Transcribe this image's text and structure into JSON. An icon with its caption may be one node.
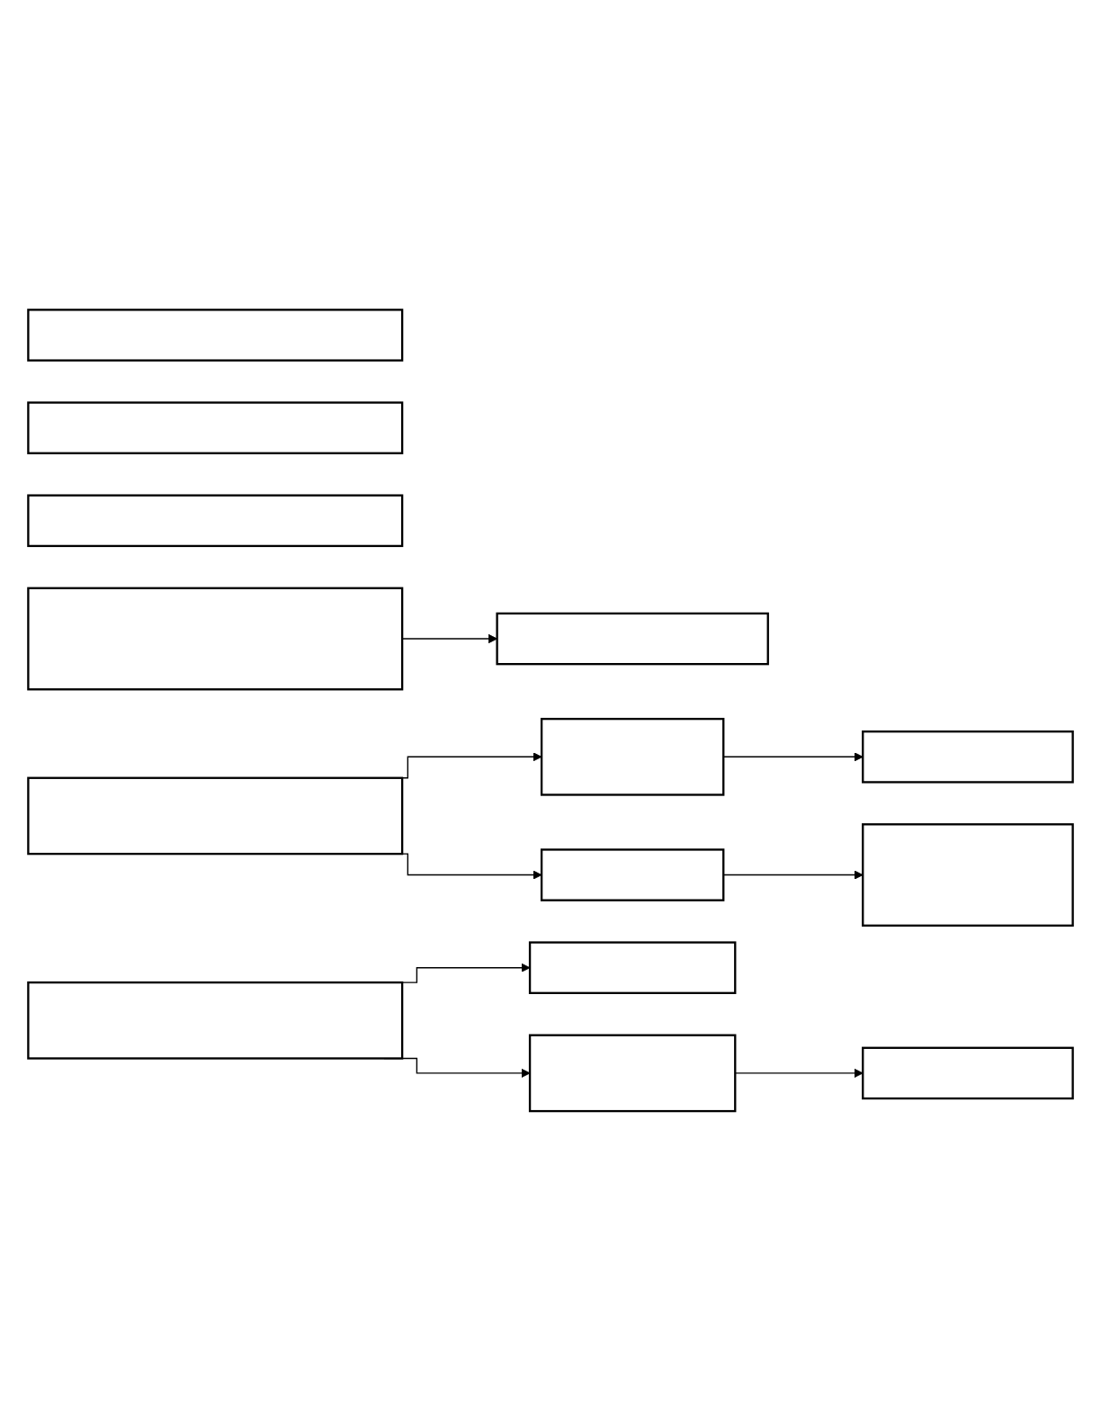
{
  "diagram": {
    "nodes": [
      {
        "text": [],
        "shape": "box"
      },
      {
        "text": [],
        "shape": "box"
      },
      {
        "text": [],
        "shape": "box"
      },
      {
        "text": [],
        "shape": "box"
      },
      {
        "text": [],
        "shape": "box"
      },
      {
        "text": [],
        "shape": "box"
      },
      {
        "text": [],
        "shape": "box"
      },
      {
        "text": [],
        "shape": "box"
      },
      {
        "text": [],
        "shape": "box"
      },
      {
        "text": [],
        "shape": "box"
      },
      {
        "text": [],
        "shape": "box"
      },
      {
        "text": [],
        "shape": "box"
      },
      {
        "text": [],
        "shape": "box"
      },
      {
        "text": [],
        "shape": "box"
      }
    ],
    "edges": [
      {
        "from": 0,
        "to": 1,
        "arrow": "to"
      },
      {
        "from": 5,
        "to": 6,
        "arrow": "to"
      },
      {
        "from": 5,
        "to": 7,
        "arrow": "to"
      },
      {
        "from": 6,
        "to": 8,
        "arrow": "to"
      },
      {
        "from": 7,
        "to": 9,
        "arrow": "to"
      },
      {
        "from": 10,
        "to": 11,
        "arrow": "to"
      },
      {
        "from": 10,
        "to": 12,
        "arrow": "to"
      },
      {
        "from": 12,
        "to": 13,
        "arrow": "to"
      }
    ]
  }
}
